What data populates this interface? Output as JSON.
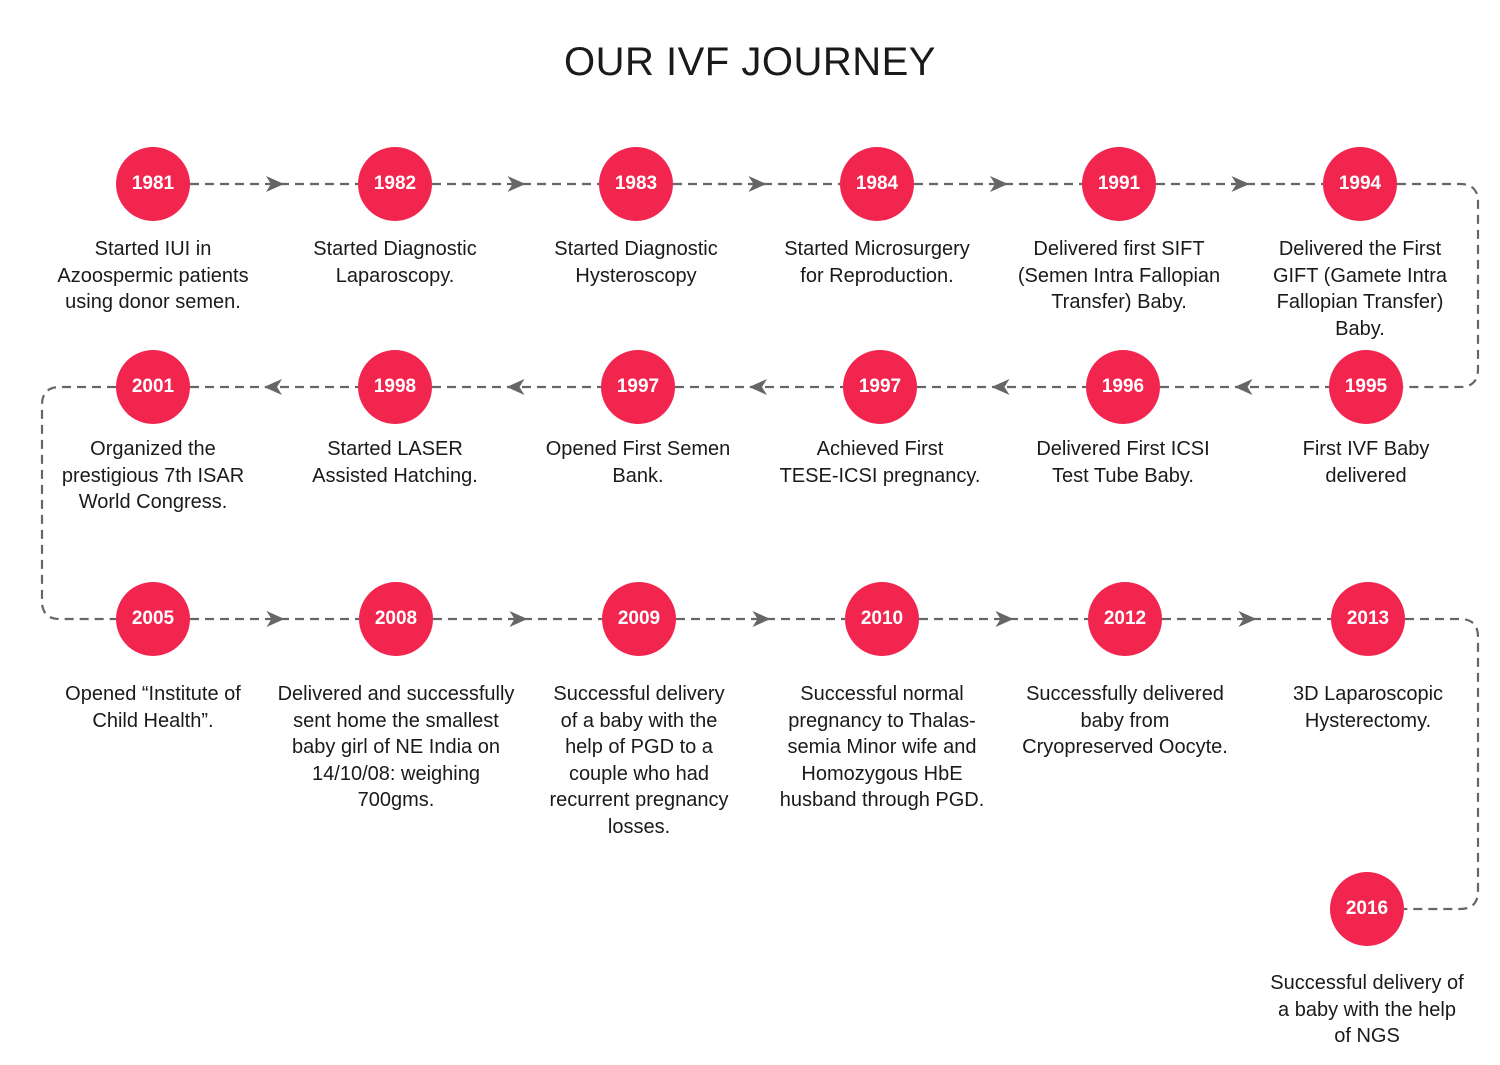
{
  "title": "OUR IVF JOURNEY",
  "colors": {
    "node": "#f2254f",
    "connector": "#666666",
    "text": "#1a1a1a"
  },
  "milestones": [
    {
      "year": "1981",
      "text": "Started IUI in\nAzoospermic patients\nusing donor semen."
    },
    {
      "year": "1982",
      "text": "Started Diagnostic\nLaparoscopy."
    },
    {
      "year": "1983",
      "text": "Started Diagnostic\nHysteroscopy"
    },
    {
      "year": "1984",
      "text": "Started Microsurgery\nfor Reproduction."
    },
    {
      "year": "1991",
      "text": "Delivered first SIFT\n(Semen Intra Fallopian\nTransfer) Baby."
    },
    {
      "year": "1994",
      "text": "Delivered the First\nGIFT (Gamete Intra\nFallopian Transfer)\nBaby."
    },
    {
      "year": "1995",
      "text": "First IVF Baby\ndelivered"
    },
    {
      "year": "1996",
      "text": "Delivered First ICSI\nTest Tube Baby."
    },
    {
      "year": "1997",
      "text": "Achieved First\nTESE-ICSI pregnancy."
    },
    {
      "year": "1997",
      "text": "Opened First Semen\nBank."
    },
    {
      "year": "1998",
      "text": "Started LASER\nAssisted Hatching."
    },
    {
      "year": "2001",
      "text": "Organized the\nprestigious 7th ISAR\nWorld Congress."
    },
    {
      "year": "2005",
      "text": "Opened “Institute of\nChild Health”."
    },
    {
      "year": "2008",
      "text": "Delivered and successfully\nsent home the smallest\nbaby girl of NE India on\n14/10/08:    weighing\n700gms."
    },
    {
      "year": "2009",
      "text": "Successful delivery\nof a baby with the\nhelp of PGD to a\ncouple who had\nrecurrent pregnancy\nlosses."
    },
    {
      "year": "2010",
      "text": "Successful normal\npregnancy to Thalas-\nsemia Minor wife and\nHomozygous HbE\nhusband through PGD."
    },
    {
      "year": "2012",
      "text": "Successfully delivered\nbaby from\nCryopreserved Oocyte."
    },
    {
      "year": "2013",
      "text": "3D Laparoscopic\nHysterectomy."
    },
    {
      "year": "2016",
      "text": "Successful delivery of\na baby with the help\nof NGS"
    }
  ]
}
